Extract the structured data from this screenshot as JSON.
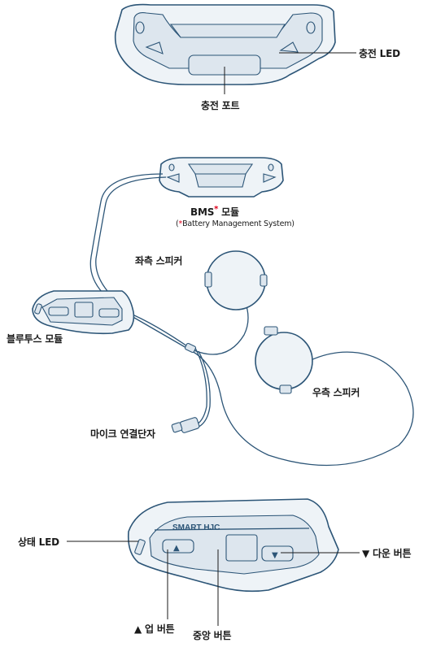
{
  "colors": {
    "outline": "#2c5577",
    "fill": "#eef3f7",
    "inner": "#dde6ee",
    "accent": "#e0001b"
  },
  "labels": {
    "charge_led": "충전 LED",
    "charge_port": "충전 포트",
    "bms_title": "BMS",
    "bms_star": "*",
    "bms_suffix": " 모듈",
    "bms_sub_open": "(",
    "bms_sub_star": "*",
    "bms_sub_text": "Battery Management System)",
    "left_speaker": "좌측 스피커",
    "bluetooth_module": "블루투스 모듈",
    "right_speaker": "우측 스피커",
    "mic_connector": "마이크 연결단자",
    "status_led": "상태 LED",
    "down_button": "▼ 다운 버튼",
    "up_button": "▲ 업 버튼",
    "center_button": "중앙 버튼"
  },
  "device": {
    "brand": "SMART HJC",
    "up_glyph": "▲",
    "down_glyph": "▼"
  }
}
